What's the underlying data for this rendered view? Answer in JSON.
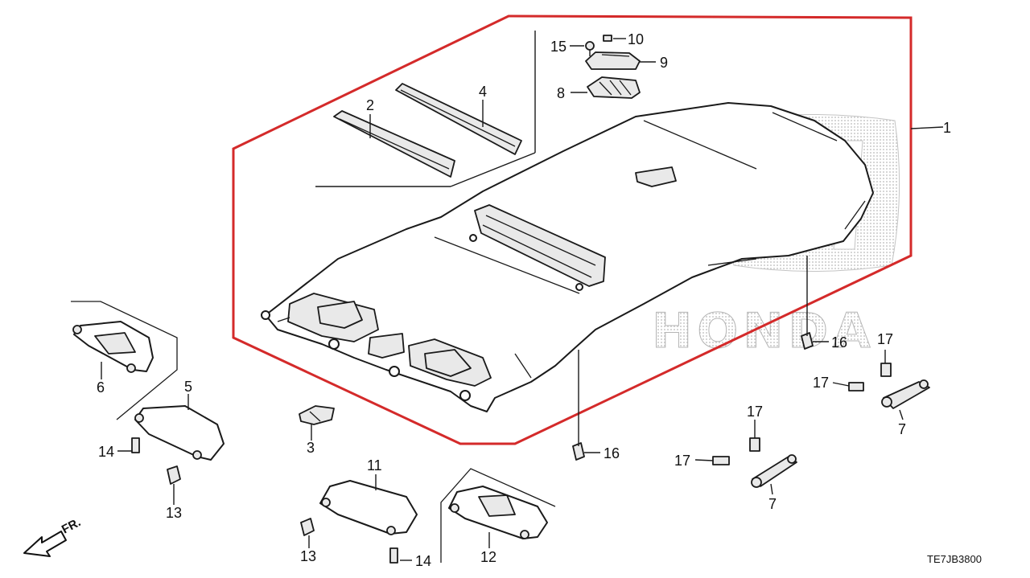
{
  "brand": {
    "watermark_text": "HONDA",
    "logo_letter": "H"
  },
  "diagram": {
    "code": "TE7JB3800",
    "direction_label": "FR."
  },
  "parts": [
    {
      "id": "1"
    },
    {
      "id": "2"
    },
    {
      "id": "3"
    },
    {
      "id": "4"
    },
    {
      "id": "5"
    },
    {
      "id": "6"
    },
    {
      "id": "7"
    },
    {
      "id": "8"
    },
    {
      "id": "9"
    },
    {
      "id": "10"
    },
    {
      "id": "11"
    },
    {
      "id": "12"
    },
    {
      "id": "13"
    },
    {
      "id": "14"
    },
    {
      "id": "15"
    },
    {
      "id": "16"
    },
    {
      "id": "17"
    }
  ],
  "colors": {
    "highlight": "#d42a2a",
    "line": "#1a1a1a",
    "watermark": "#bdbdbd"
  }
}
